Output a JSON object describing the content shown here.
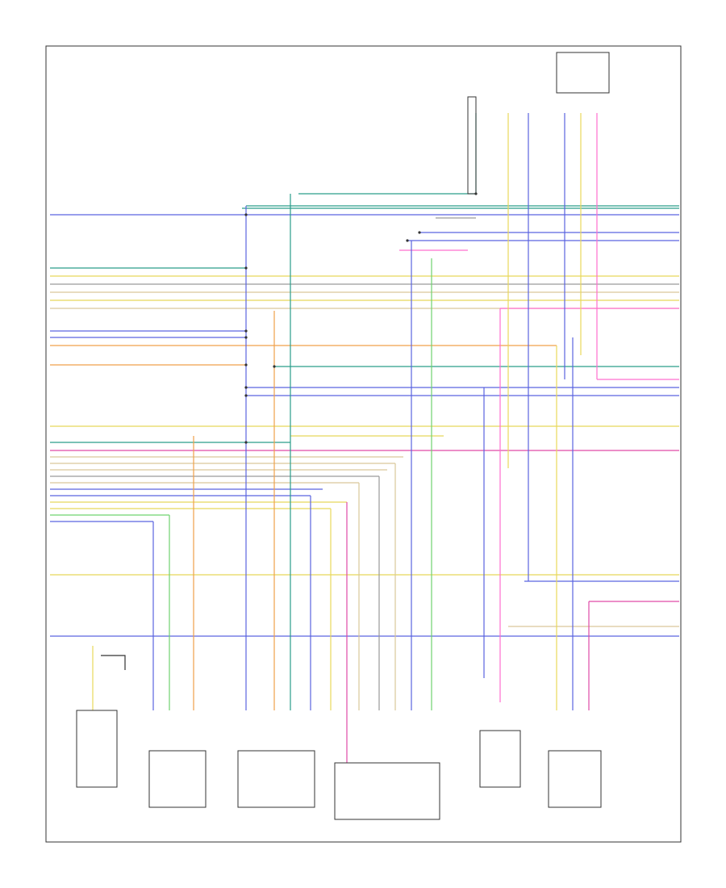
{
  "footer_code": "",
  "wire_colors": {
    "blue": "#5a63e0",
    "teal": "#2a9d8a",
    "yellow": "#e8d85a",
    "tan": "#d9c79a",
    "gray": "#9a9a9a",
    "orange": "#f0a04a",
    "magenta": "#e04aa8",
    "pink": "#ff6fcf",
    "green": "#6fd36f",
    "lightblue": "#7aa6e8",
    "black": "#333333"
  },
  "components": [
    {
      "id": "c1",
      "label": ""
    },
    {
      "id": "c2",
      "label": ""
    },
    {
      "id": "c3",
      "label": ""
    },
    {
      "id": "c4",
      "label": ""
    },
    {
      "id": "c5",
      "label": ""
    },
    {
      "id": "c6",
      "label": ""
    }
  ]
}
